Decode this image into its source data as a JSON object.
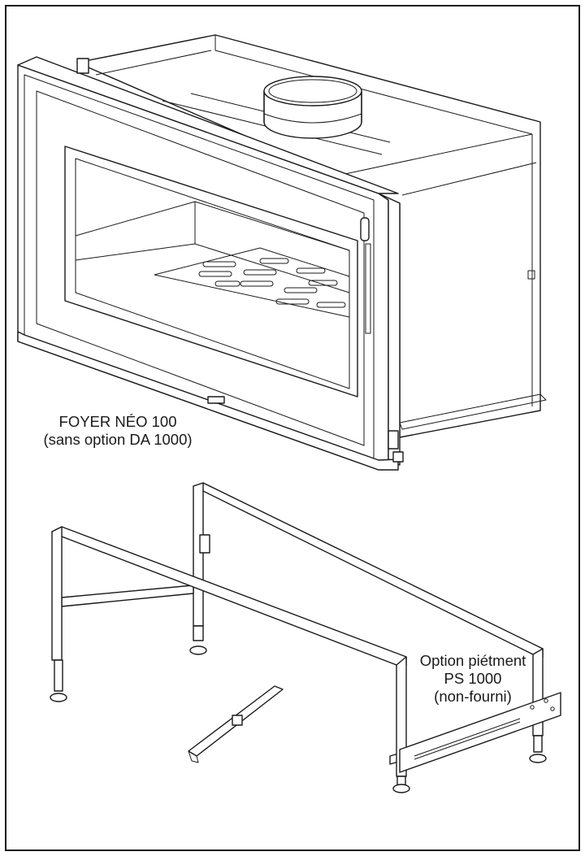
{
  "figure": {
    "fireplace_label": {
      "line1": "FOYER NÉO 100",
      "line2": "(sans option DA 1000)"
    },
    "stand_label": {
      "line1": "Option piétment",
      "line2": "PS 1000",
      "line3": "(non-fourni)"
    }
  },
  "colors": {
    "line": "#1a1a1a",
    "background": "#ffffff"
  }
}
